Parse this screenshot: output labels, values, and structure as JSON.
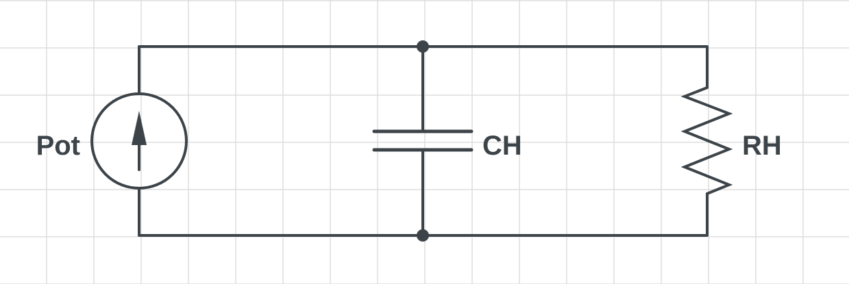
{
  "colors": {
    "background": "#ffffff",
    "grid": "#dddddd",
    "wire": "#3d4449"
  },
  "components": {
    "source": {
      "label": "Pot",
      "icon": "current-source-icon"
    },
    "capacitor": {
      "label": "CH",
      "icon": "capacitor-icon"
    },
    "resistor": {
      "label": "RH",
      "icon": "resistor-icon"
    }
  }
}
